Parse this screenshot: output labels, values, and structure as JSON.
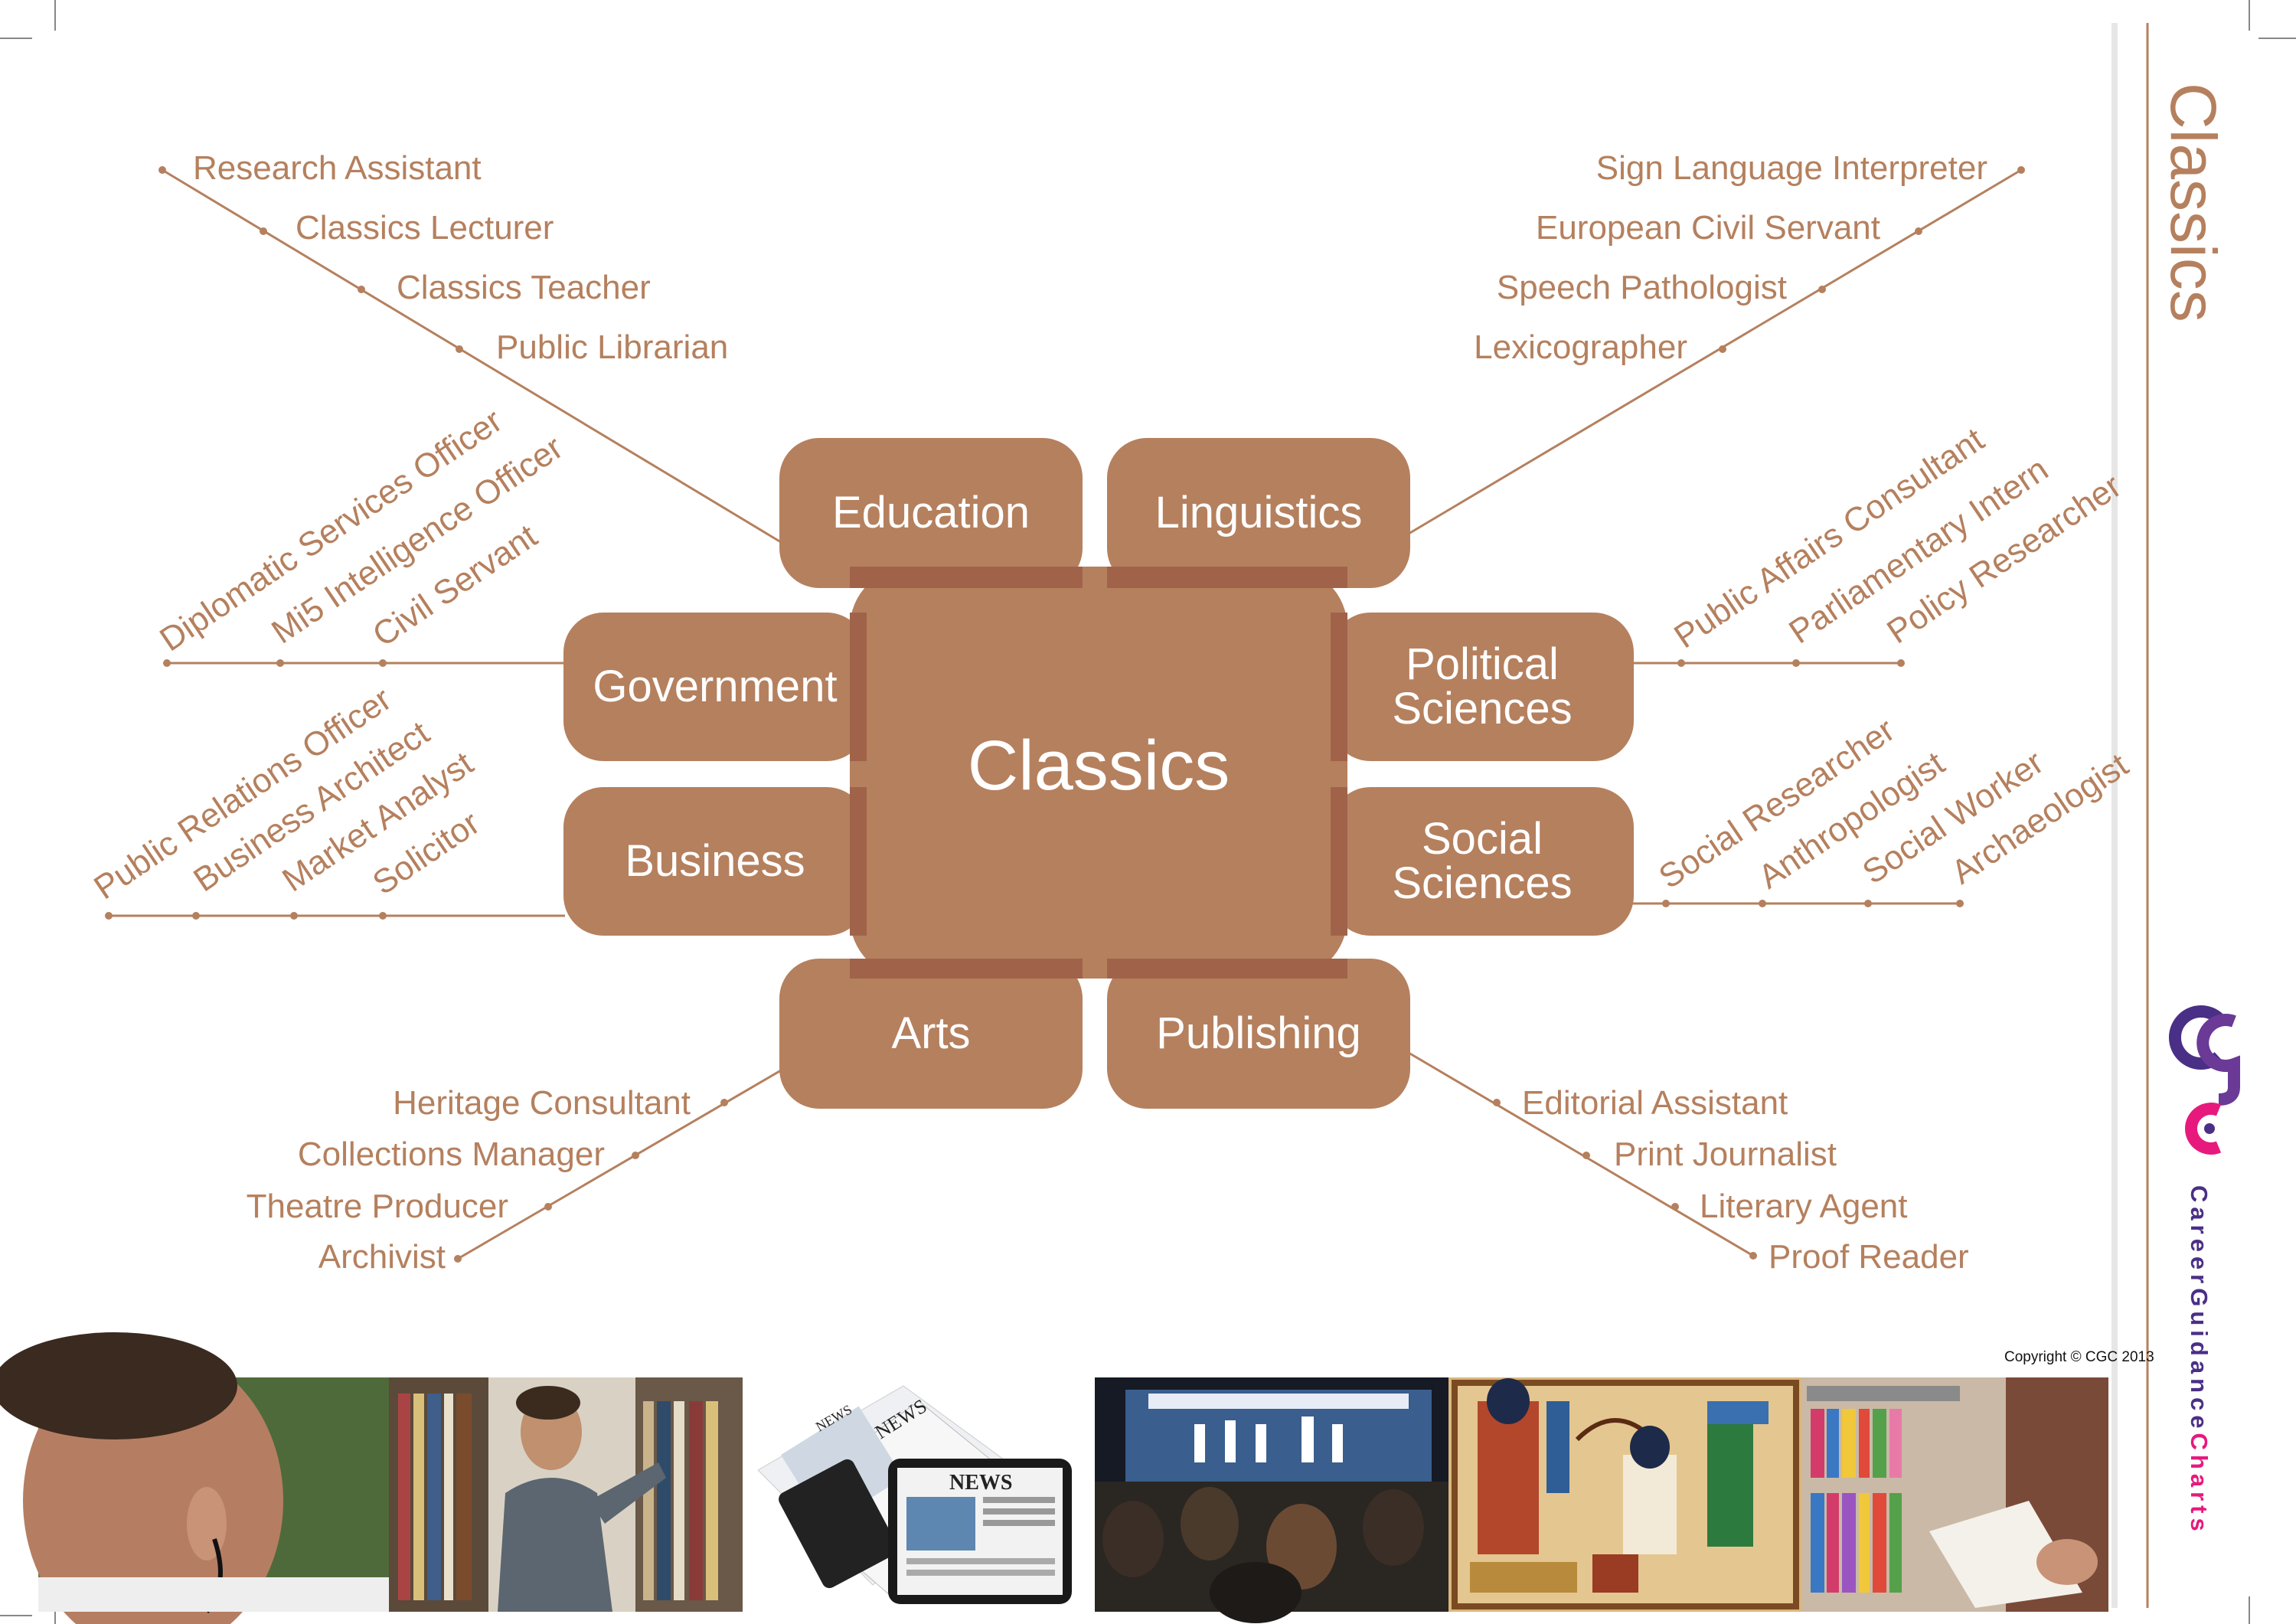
{
  "colors": {
    "brand": "#B5805E",
    "text_career": "#B5805E",
    "hub_overlay": "#a0634a",
    "logo_purple": "#4a2f86",
    "logo_magenta": "#e8197d",
    "sidebar_line": "#B5805E",
    "background": "#ffffff"
  },
  "sidebar": {
    "title": "Classics",
    "logo_letters": "cgc",
    "brand_word_1": "Career",
    "brand_word_2": "Guidance",
    "brand_word_3": "Charts",
    "copyright": "Copyright © CGC 2013"
  },
  "diagram": {
    "hub": "Classics",
    "nodes": {
      "education": "Education",
      "linguistics": "Linguistics",
      "government": "Government",
      "political_sciences": "Political\nSciences",
      "business": "Business",
      "social_sciences": "Social\nSciences",
      "arts": "Arts",
      "publishing": "Publishing"
    },
    "careers": {
      "education": [
        "Research Assistant",
        "Classics Lecturer",
        "Classics Teacher",
        "Public Librarian"
      ],
      "linguistics": [
        "Sign Language Interpreter",
        "European Civil Servant",
        "Speech Pathologist",
        "Lexicographer"
      ],
      "government": [
        "Diplomatic Services Officer",
        "Mi5 Intelligence Officer",
        "Civil Servant"
      ],
      "political_sciences": [
        "Public Affairs Consultant",
        "Parliamentary Intern",
        "Policy Researcher"
      ],
      "business": [
        "Public Relations Officer",
        "Business Architect",
        "Market Analyst",
        "Solicitor"
      ],
      "social_sciences": [
        "Social Researcher",
        "Anthropologist",
        "Social Worker",
        "Archaeologist"
      ],
      "arts": [
        "Heritage Consultant",
        "Collections Manager",
        "Theatre Producer",
        "Archivist"
      ],
      "publishing": [
        "Editorial Assistant",
        "Print Journalist",
        "Literary Agent",
        "Proof Reader"
      ]
    }
  },
  "photos": {
    "news_1": "NEWS",
    "news_2": "NEWS",
    "news_3": "NEWS"
  }
}
